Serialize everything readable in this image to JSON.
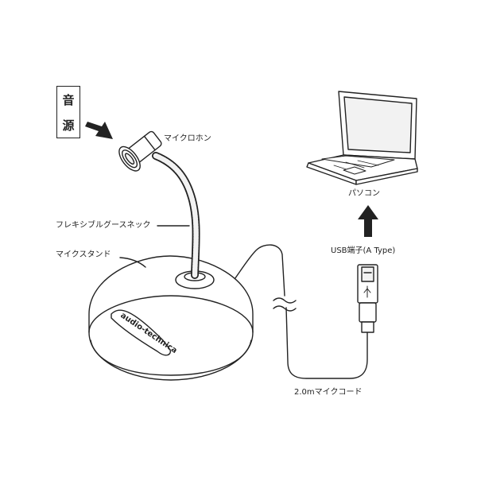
{
  "diagram": {
    "source_box": {
      "chars": [
        "音",
        "源"
      ]
    },
    "labels": {
      "microphone": "マイクロホン",
      "flexible_neck": "フレキシブルグースネック",
      "mic_stand": "マイクスタンド",
      "pc": "パソコン",
      "usb_port": "USB端子(A Type)",
      "cord": "2.0mマイクコード"
    },
    "brand_text": "audio-technica"
  },
  "colors": {
    "line": "#222222",
    "fill_light": "#f2f2f2",
    "background": "#ffffff"
  }
}
